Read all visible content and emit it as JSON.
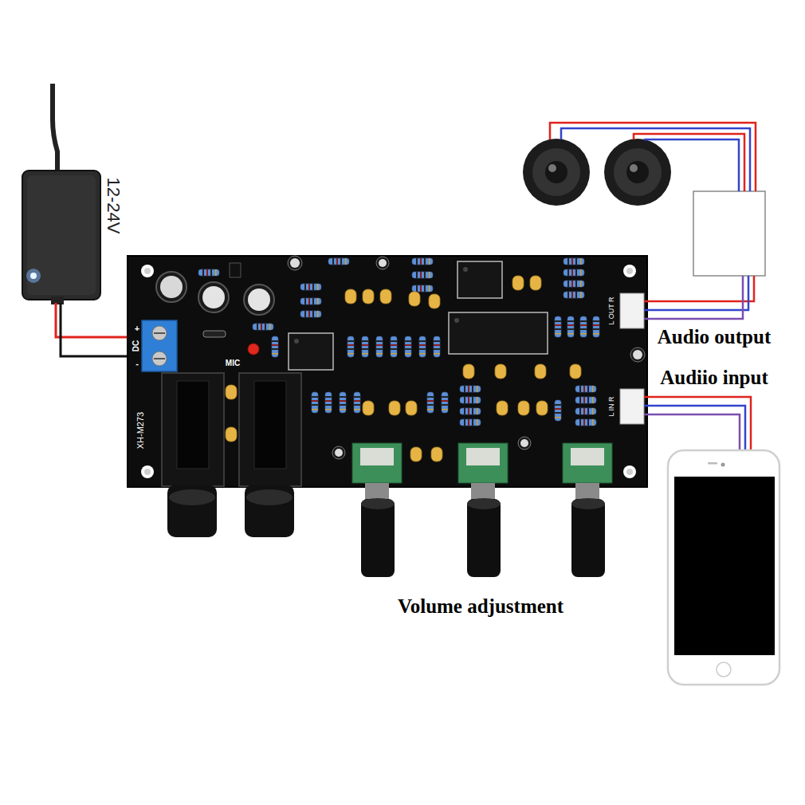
{
  "diagram": {
    "labels": [
      "12-24V",
      "DC",
      "+",
      "-",
      "MIC",
      "XH-M273",
      "L OUT R",
      "L IN R",
      "Audio output",
      "Audiio input",
      "Volume adjustment"
    ]
  }
}
